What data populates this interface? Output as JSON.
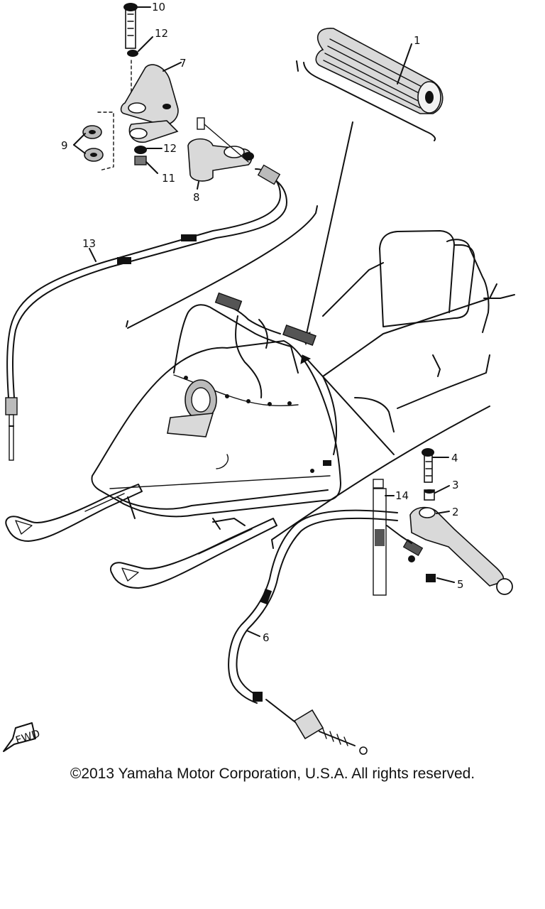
{
  "diagram": {
    "callouts": [
      {
        "id": "c1",
        "label": "1"
      },
      {
        "id": "c2",
        "label": "2"
      },
      {
        "id": "c3",
        "label": "3"
      },
      {
        "id": "c4",
        "label": "4"
      },
      {
        "id": "c5",
        "label": "5"
      },
      {
        "id": "c6",
        "label": "6"
      },
      {
        "id": "c7",
        "label": "7"
      },
      {
        "id": "c8",
        "label": "8"
      },
      {
        "id": "c9",
        "label": "9"
      },
      {
        "id": "c10",
        "label": "10"
      },
      {
        "id": "c11",
        "label": "11"
      },
      {
        "id": "c12a",
        "label": "12"
      },
      {
        "id": "c12b",
        "label": "12"
      },
      {
        "id": "c13",
        "label": "13"
      },
      {
        "id": "c14",
        "label": "14"
      }
    ],
    "fwd_label": "FWD"
  },
  "footer": {
    "copyright": "©2013 Yamaha Motor Corporation, U.S.A. All rights reserved."
  }
}
